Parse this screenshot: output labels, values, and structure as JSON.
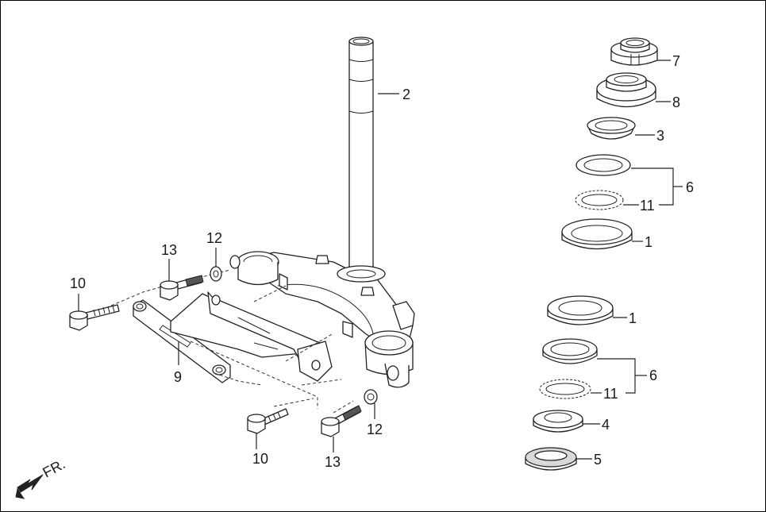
{
  "callouts": {
    "c2": "2",
    "c7": "7",
    "c8": "8",
    "c3": "3",
    "c6_top": "6",
    "c11_top": "11",
    "c1_top": "1",
    "c1_bottom": "1",
    "c6_bottom": "6",
    "c11_bottom": "11",
    "c4": "4",
    "c5": "5",
    "c12_top": "12",
    "c13_top": "13",
    "c10_left": "10",
    "c9": "9",
    "c12_bottom": "12",
    "c10_bottom": "10",
    "c13_bottom": "13"
  },
  "direction_label": "FR."
}
